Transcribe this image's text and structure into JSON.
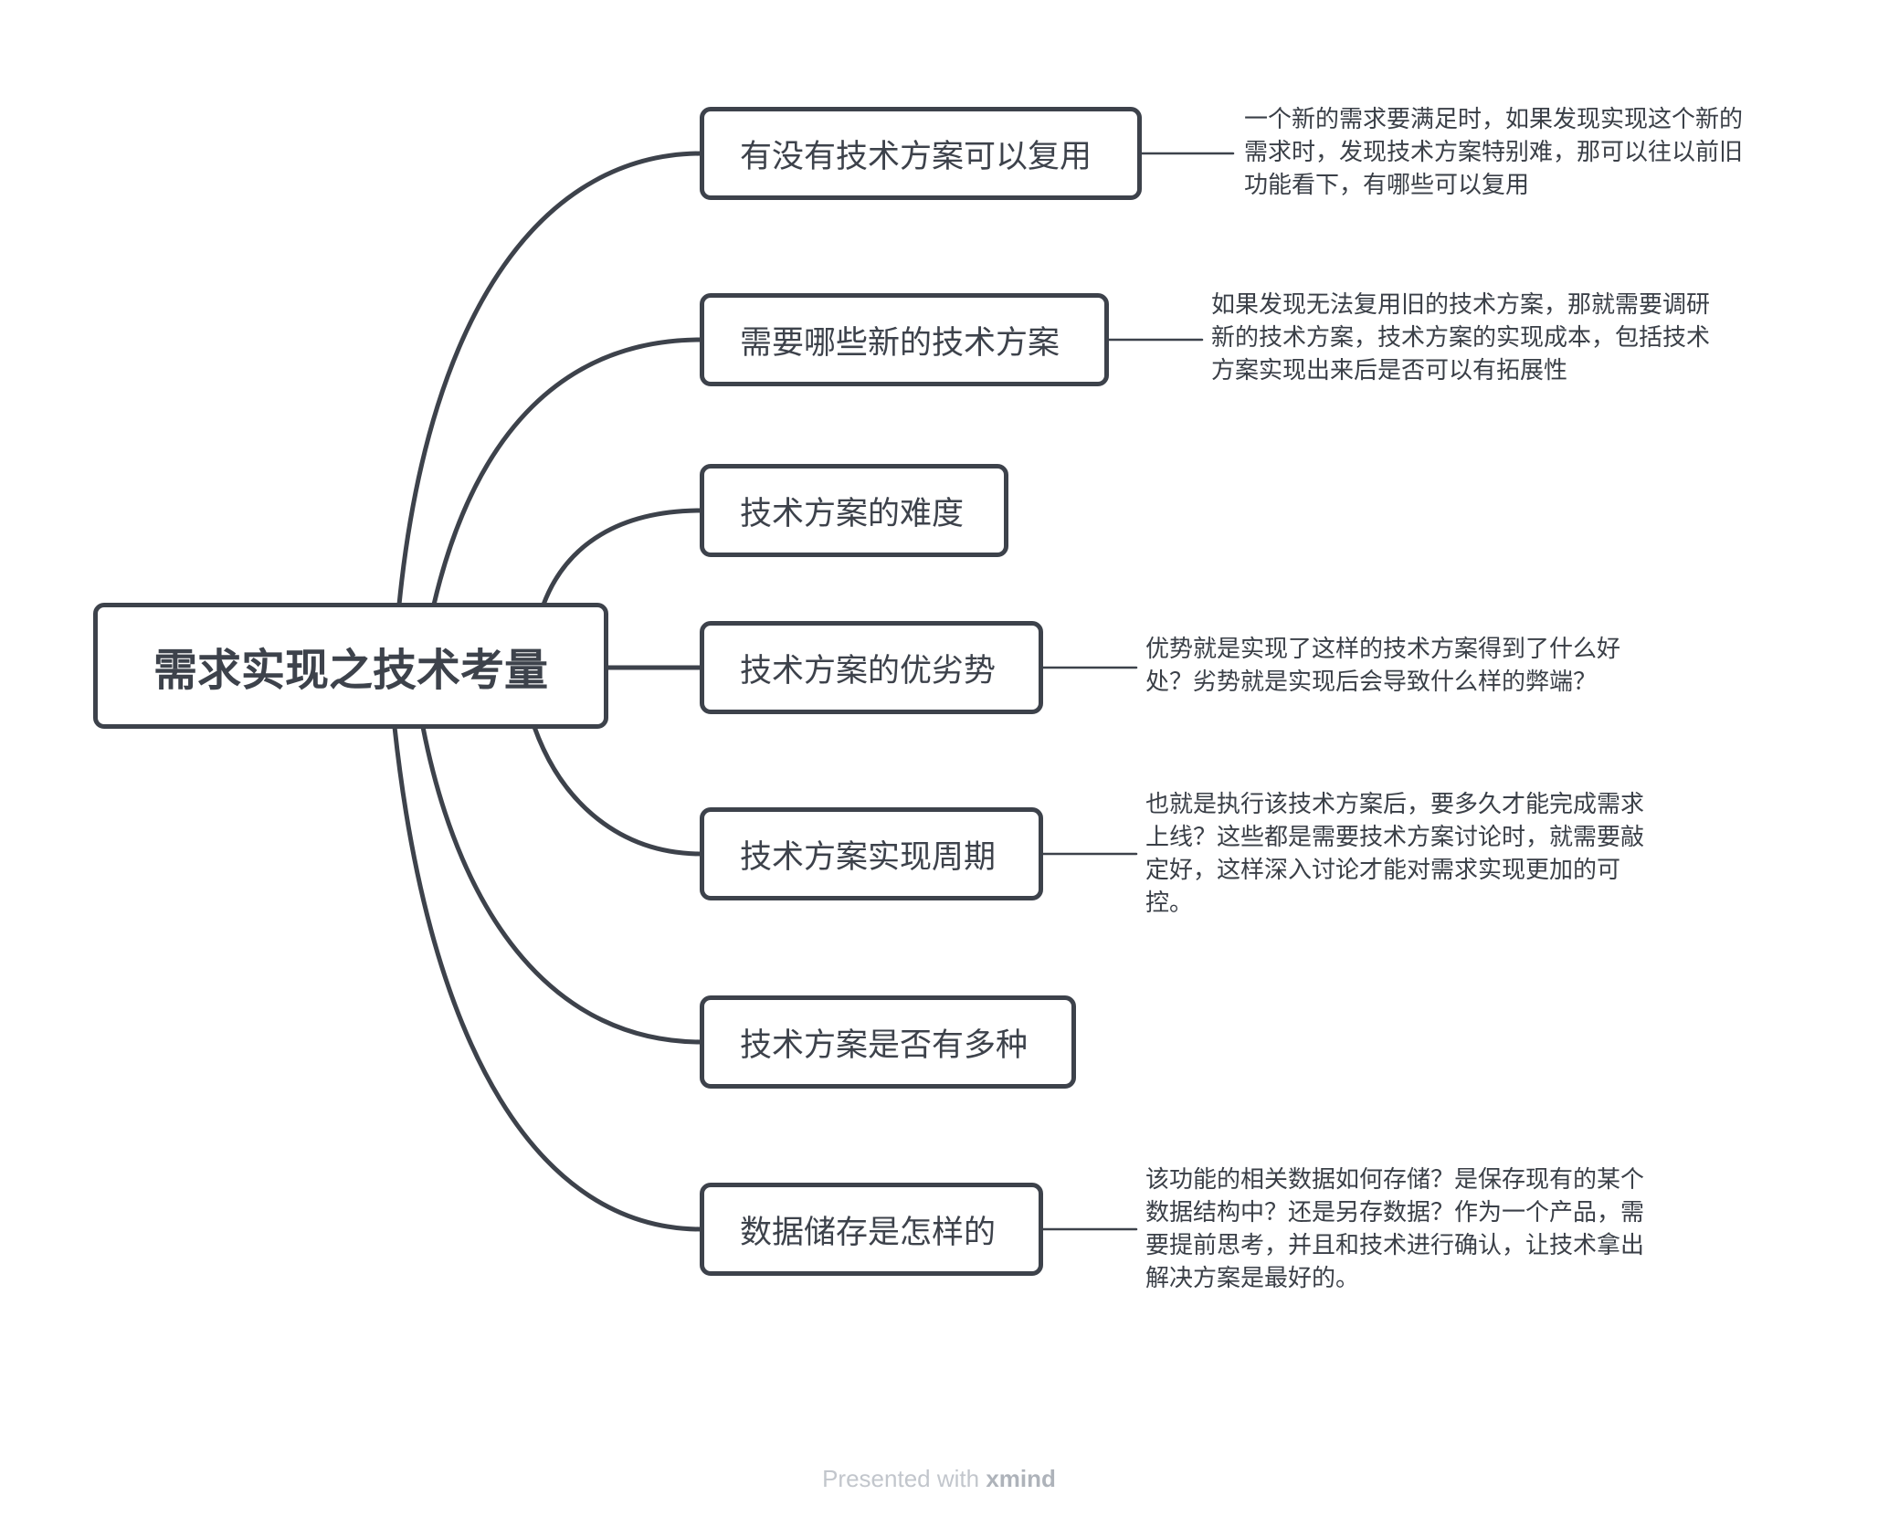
{
  "root": {
    "label": "需求实现之技术考量"
  },
  "topics": [
    {
      "label": "有没有技术方案可以复用",
      "note": [
        "一个新的需求要满足时，如果发现实现这个新的",
        "需求时，发现技术方案特别难，那可以往以前旧",
        "功能看下，有哪些可以复用"
      ]
    },
    {
      "label": "需要哪些新的技术方案",
      "note": [
        "如果发现无法复用旧的技术方案，那就需要调研",
        "新的技术方案，技术方案的实现成本，包括技术",
        "方案实现出来后是否可以有拓展性"
      ]
    },
    {
      "label": "技术方案的难度",
      "note": []
    },
    {
      "label": "技术方案的优劣势",
      "note": [
        "优势就是实现了这样的技术方案得到了什么好",
        "处？劣势就是实现后会导致什么样的弊端？"
      ]
    },
    {
      "label": "技术方案实现周期",
      "note": [
        "也就是执行该技术方案后，要多久才能完成需求",
        "上线？这些都是需要技术方案讨论时，就需要敲",
        "定好，这样深入讨论才能对需求实现更加的可",
        "控。"
      ]
    },
    {
      "label": "技术方案是否有多种",
      "note": []
    },
    {
      "label": "数据储存是怎样的",
      "note": [
        "该功能的相关数据如何存储？是保存现有的某个",
        "数据结构中？还是另存数据？作为一个产品，需",
        "要提前思考，并且和技术进行确认，让技术拿出",
        "解决方案是最好的。"
      ]
    }
  ],
  "footer": {
    "prefix": "Presented with",
    "brand": "xmind"
  },
  "colors": {
    "line": "#3d424b",
    "text": "#333a44",
    "footer": "#c2c6cc"
  }
}
